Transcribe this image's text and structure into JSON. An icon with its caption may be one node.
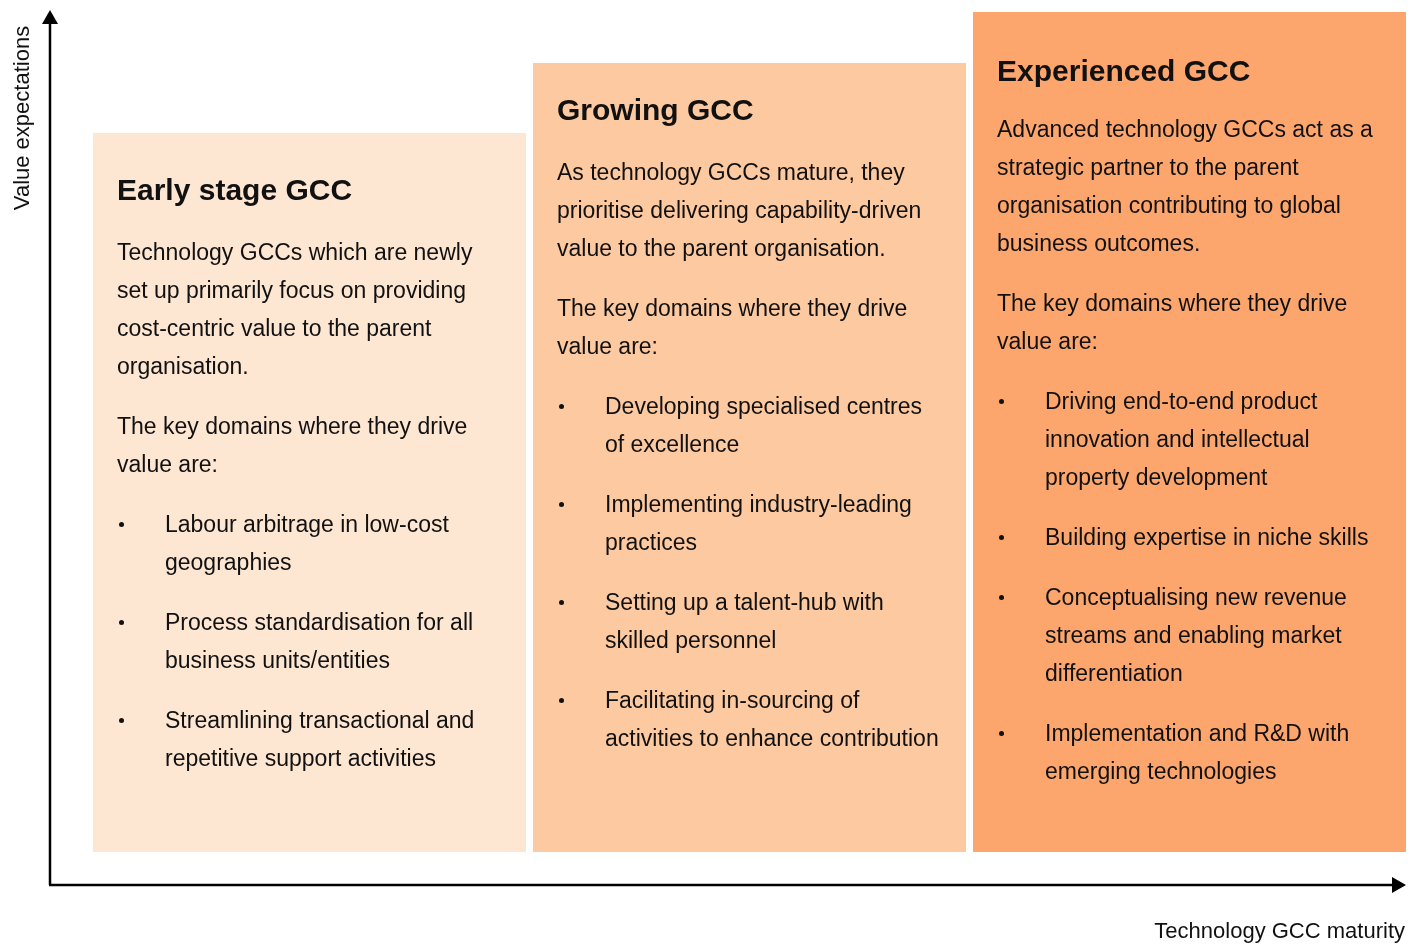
{
  "diagram": {
    "nodes": [
      {
        "text": [
          "Early stage GCC",
          "Technology GCCs which are newly set up primarily focus on providing cost-centric value to the parent organisation.",
          "The key domains where they drive value are:",
          "Labour arbitrage in low-cost geographies",
          "Process standardisation for all business units/entities",
          "Streamlining transactional and repetitive support activities"
        ]
      },
      {
        "text": [
          "Growing GCC",
          "As technology GCCs mature, they prioritise delivering capability-driven value to the parent organisation.",
          "The key domains where they drive value are:",
          "Developing specialised centres of excellence",
          "Implementing industry-leading practices",
          "Setting up a talent-hub with skilled personnel",
          "Facilitating in-sourcing of activities to enhance contribution"
        ]
      },
      {
        "text": [
          "Experienced GCC",
          "Advanced technology GCCs act as a strategic partner to the parent organisation contributing to global business outcomes.",
          "The key domains where they drive value are:",
          "Driving end-to-end product innovation and intellectual property development",
          "Building expertise in niche skills",
          "Conceptualising new revenue streams and enabling market differentiation",
          "Implementation and R&D with emerging technologies"
        ]
      }
    ],
    "edges": [],
    "labels": [
      "Value expectations",
      "Technology GCC maturity"
    ]
  }
}
